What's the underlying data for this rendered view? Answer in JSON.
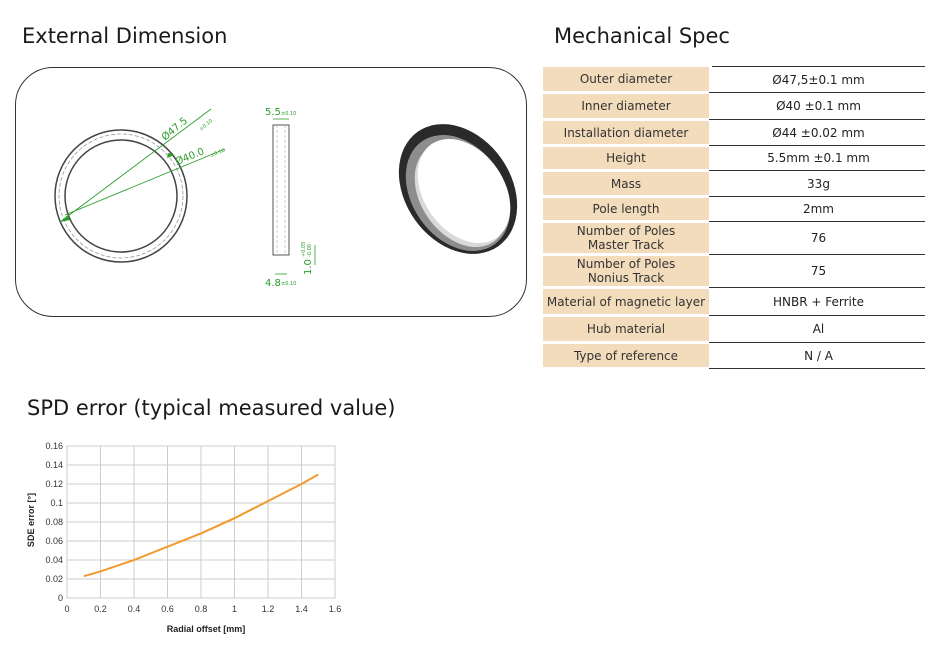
{
  "external_dimension": {
    "title": "External Dimension",
    "outer_dia_label": "Ø47.5",
    "inner_dia_label": "Ø40.0",
    "width_top_label": "5.5",
    "width_bottom_label": "4.8",
    "height_label": "1.0",
    "tol_010": "±0.10",
    "tol_h_plus": "+0.05",
    "tol_h_minus": "-0.00"
  },
  "mechanical_spec": {
    "title": "Mechanical Spec",
    "rows": [
      {
        "label": "Outer diameter",
        "value": "Ø47,5±0.1 mm"
      },
      {
        "label": "Inner diameter",
        "value": "Ø40 ±0.1 mm"
      },
      {
        "label": "Installation diameter",
        "value": "Ø44 ±0.02 mm"
      },
      {
        "label": "Height",
        "value": "5.5mm ±0.1 mm"
      },
      {
        "label": "Mass",
        "value": "33g"
      },
      {
        "label": "Pole length",
        "value": "2mm"
      },
      {
        "label": "Number of Poles\nMaster Track",
        "value": "76"
      },
      {
        "label": "Number of Poles\nNonius Track",
        "value": "75"
      },
      {
        "label": "Material of magnetic layer",
        "value": "HNBR + Ferrite"
      },
      {
        "label": "Hub material",
        "value": "Al"
      },
      {
        "label": "Type of reference",
        "value": "N / A"
      }
    ]
  },
  "spd_error": {
    "title": "SPD error (typical measured value)"
  },
  "chart_data": {
    "type": "line",
    "xlabel": "Radial offset [mm]",
    "ylabel": "SDE error [°]",
    "xlim": [
      0,
      1.6
    ],
    "ylim": [
      0,
      0.16
    ],
    "xticks": [
      "0",
      "0.2",
      "0.4",
      "0.6",
      "0.8",
      "1",
      "1.2",
      "1.4",
      "1.6"
    ],
    "yticks": [
      "0",
      "0.02",
      "0.04",
      "0.06",
      "0.08",
      "0.1",
      "0.12",
      "0.14",
      "0.16"
    ],
    "grid": true,
    "series_color": "#f39a2e",
    "series": [
      {
        "x": [
          0.1,
          0.2,
          0.3,
          0.4,
          0.5,
          0.6,
          0.7,
          0.8,
          0.9,
          1.0,
          1.1,
          1.2,
          1.3,
          1.4,
          1.5
        ],
        "y": [
          0.023,
          0.028,
          0.034,
          0.04,
          0.047,
          0.054,
          0.061,
          0.068,
          0.076,
          0.084,
          0.093,
          0.102,
          0.111,
          0.12,
          0.13
        ]
      }
    ]
  }
}
